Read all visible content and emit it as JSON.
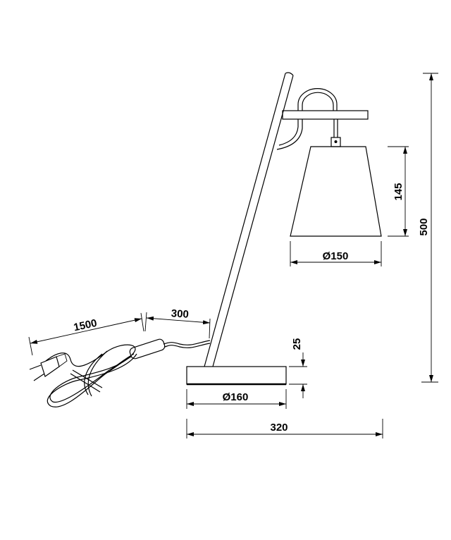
{
  "drawing": {
    "title": "Table lamp dimensional drawing",
    "dimensions": {
      "total_height": "500",
      "shade_height": "145",
      "shade_diameter": "Ø150",
      "base_height": "25",
      "base_diameter": "Ø160",
      "total_width": "320",
      "cord_length": "1500",
      "cord_to_switch": "300"
    }
  }
}
